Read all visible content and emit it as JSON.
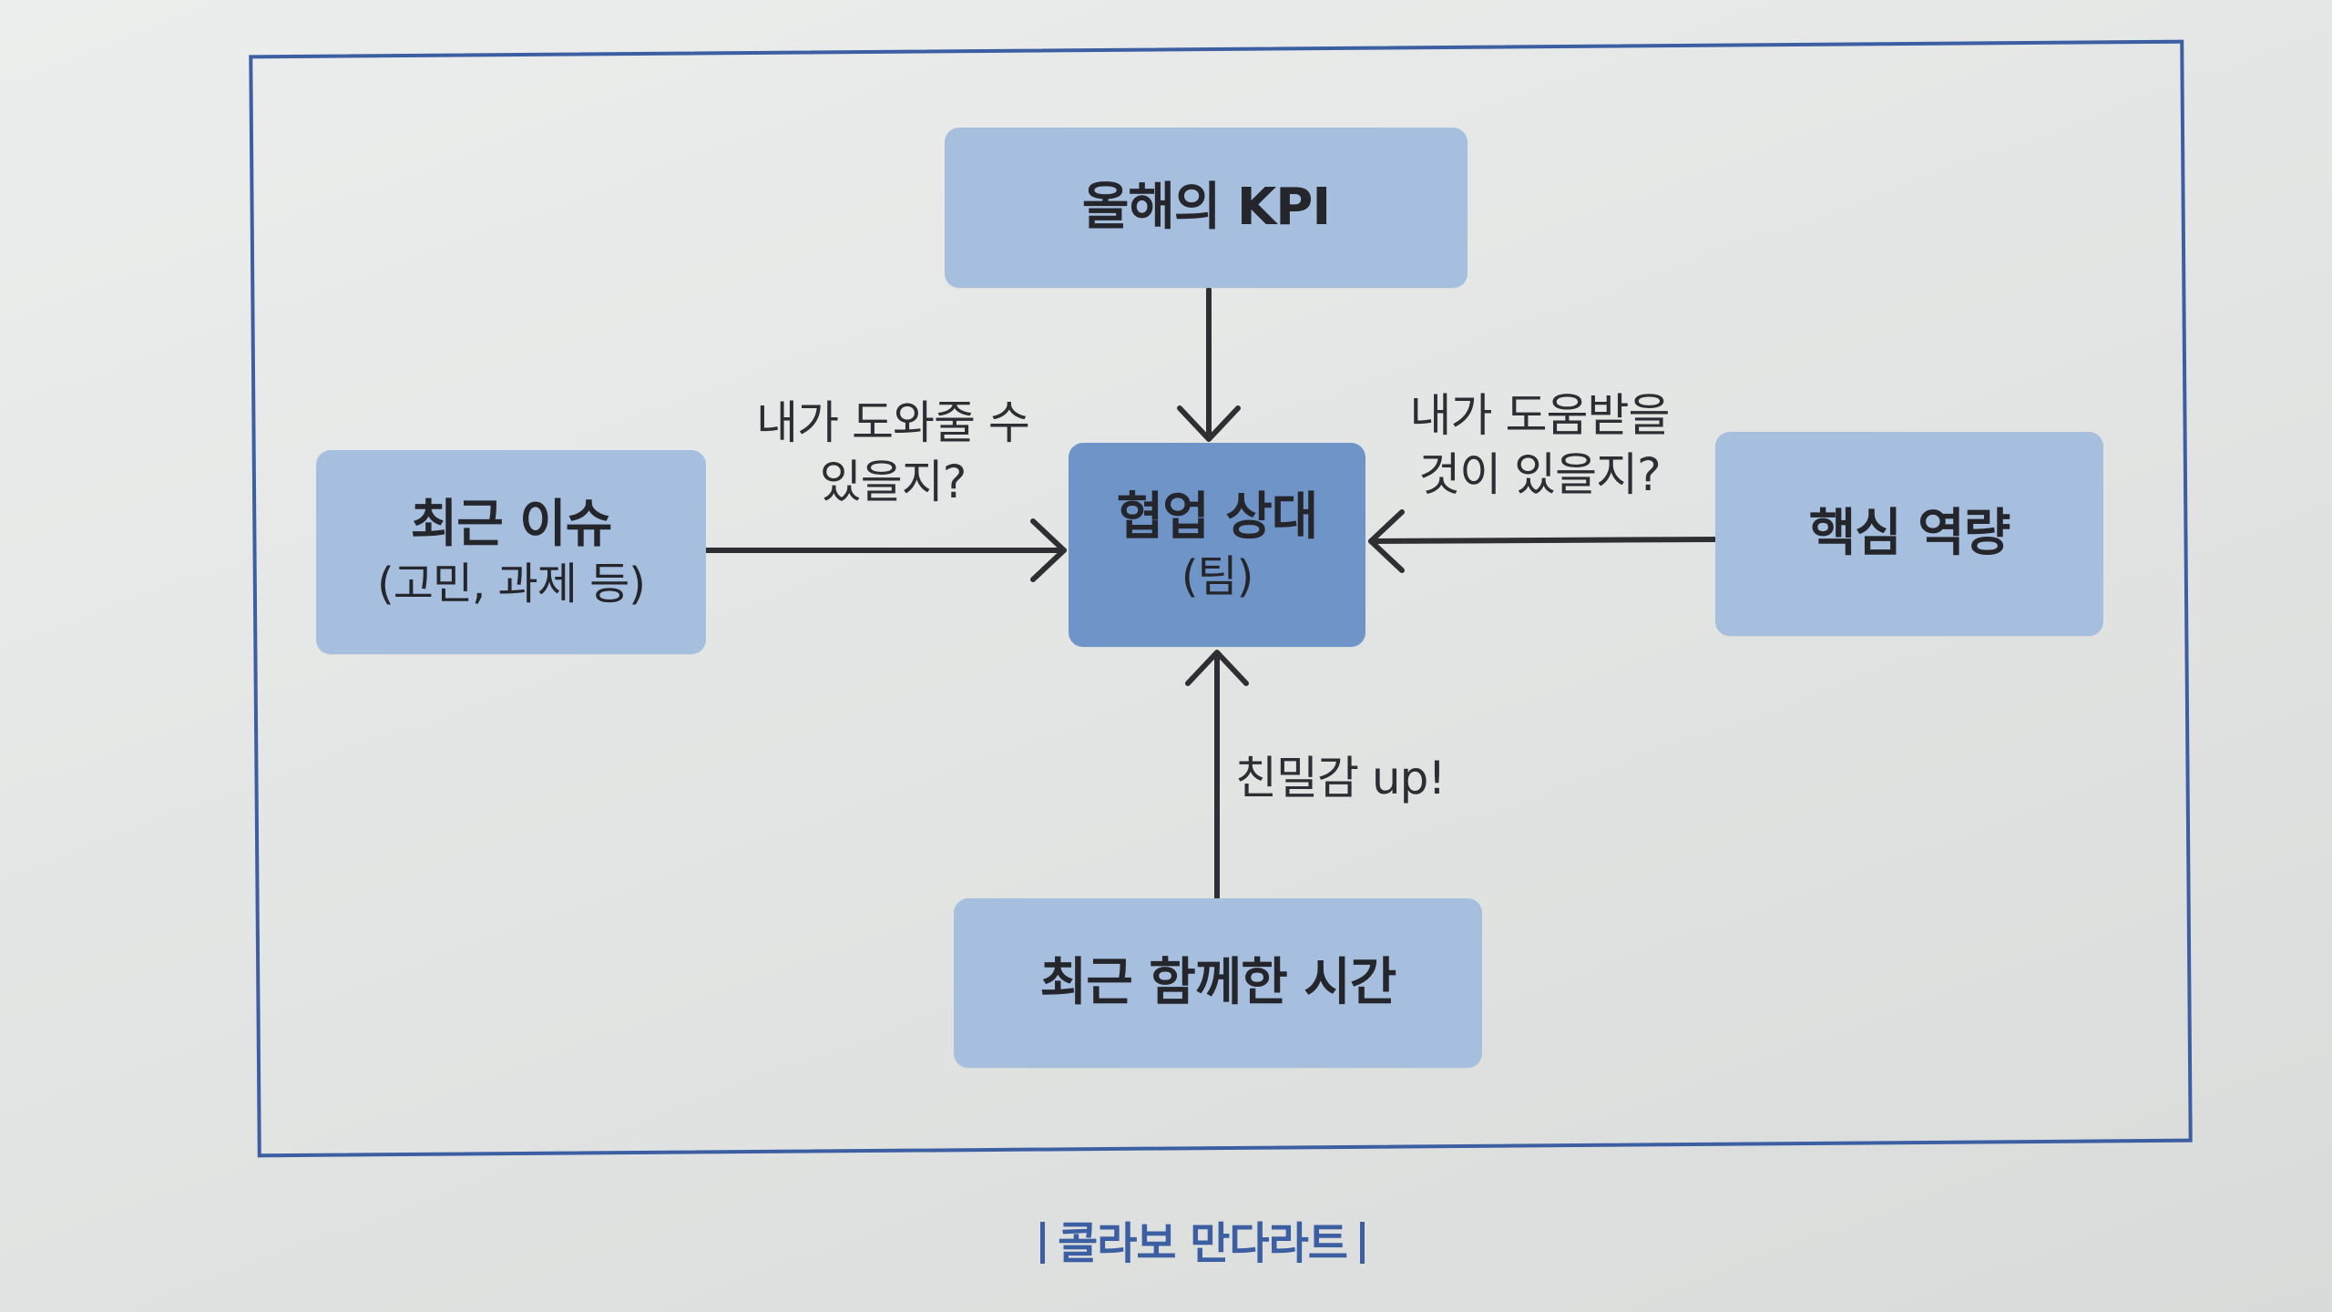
{
  "diagram": {
    "nodes": {
      "top": {
        "label": "올해의 KPI"
      },
      "left": {
        "label": "최근 이슈",
        "sublabel": "(고민, 과제 등)"
      },
      "center": {
        "label": "협업 상대",
        "sublabel": "(팀)"
      },
      "right": {
        "label": "핵심 역량"
      },
      "bottom": {
        "label": "최근 함께한 시간"
      }
    },
    "edges": {
      "left_to_center": {
        "line1": "내가 도와줄 수",
        "line2": "있을지?"
      },
      "right_to_center": {
        "line1": "내가 도움받을",
        "line2": "것이 있을지?"
      },
      "bottom_to_center": {
        "label": "친밀감 up!"
      },
      "top_to_center": {
        "label": ""
      }
    },
    "caption": "콜라보 만다라트"
  },
  "colors": {
    "frame": "#3c5ea2",
    "box": "#a7bfdf",
    "center_box": "#6f95c8",
    "arrow": "#2f2f33"
  }
}
